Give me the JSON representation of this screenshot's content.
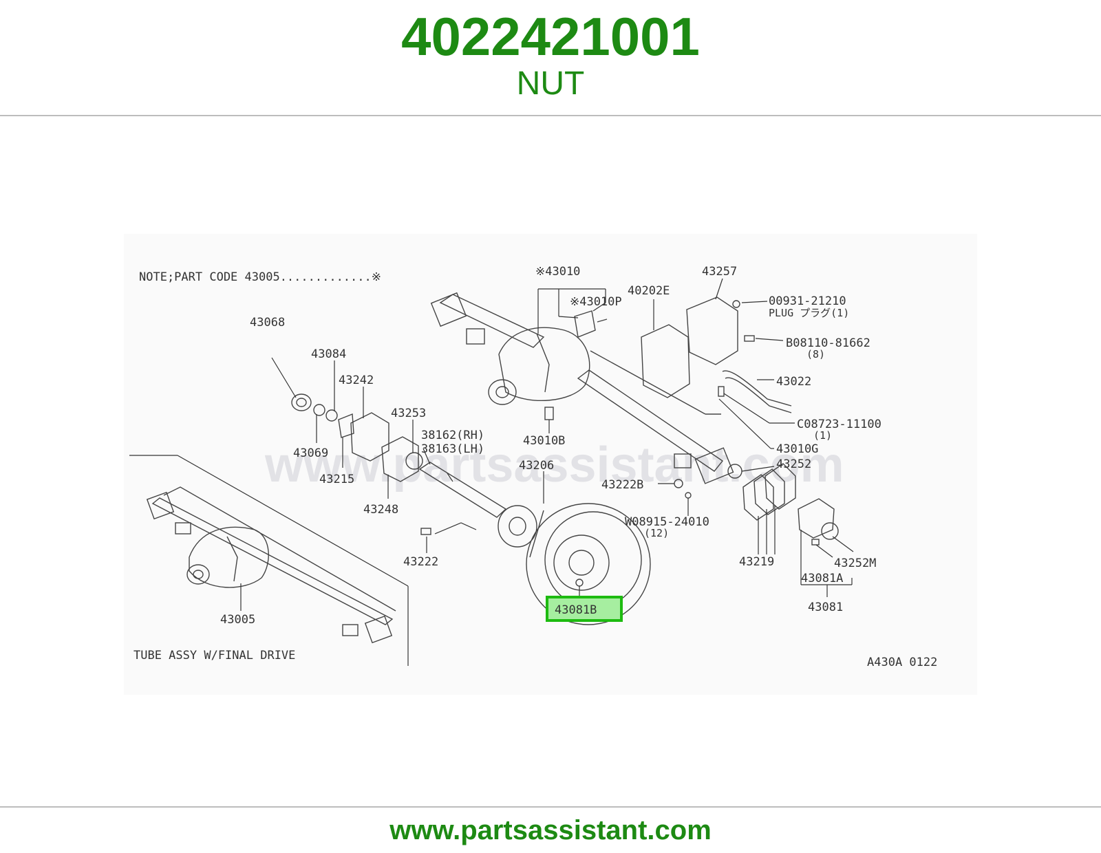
{
  "header": {
    "part_number": "4022421001",
    "part_name": "NUT"
  },
  "footer": {
    "url": "www.partsassistant.com"
  },
  "diagram": {
    "note": "NOTE;PART CODE 43005.............※",
    "caption": "TUBE ASSY W/FINAL DRIVE",
    "code": "A430A 0122",
    "watermark": "www.partsassistant.com",
    "highlighted_label": "43081B",
    "labels": {
      "p43010": "※43010",
      "p43010p": "※43010P",
      "p40202e": "40202E",
      "p43257": "43257",
      "p00931": "00931-21210",
      "plug": "PLUG プラグ(1)",
      "p08110": "B08110-81662",
      "p08110q": "(8)",
      "p43022": "43022",
      "p08723": "C08723-11100",
      "p08723q": "(1)",
      "p43010g": "43010G",
      "p43252": "43252",
      "p43068": "43068",
      "p43084": "43084",
      "p43242": "43242",
      "p43253": "43253",
      "p38162": "38162(RH)",
      "p38163": "38163(LH)",
      "p43010b": "43010B",
      "p43069": "43069",
      "p43215": "43215",
      "p43206": "43206",
      "p43222b": "43222B",
      "p43248": "43248",
      "p08915": "W08915-24010",
      "p08915q": "(12)",
      "p43222": "43222",
      "p43219": "43219",
      "p43252m": "43252M",
      "p43081a": "43081A",
      "p43081": "43081",
      "p43005": "43005"
    }
  }
}
